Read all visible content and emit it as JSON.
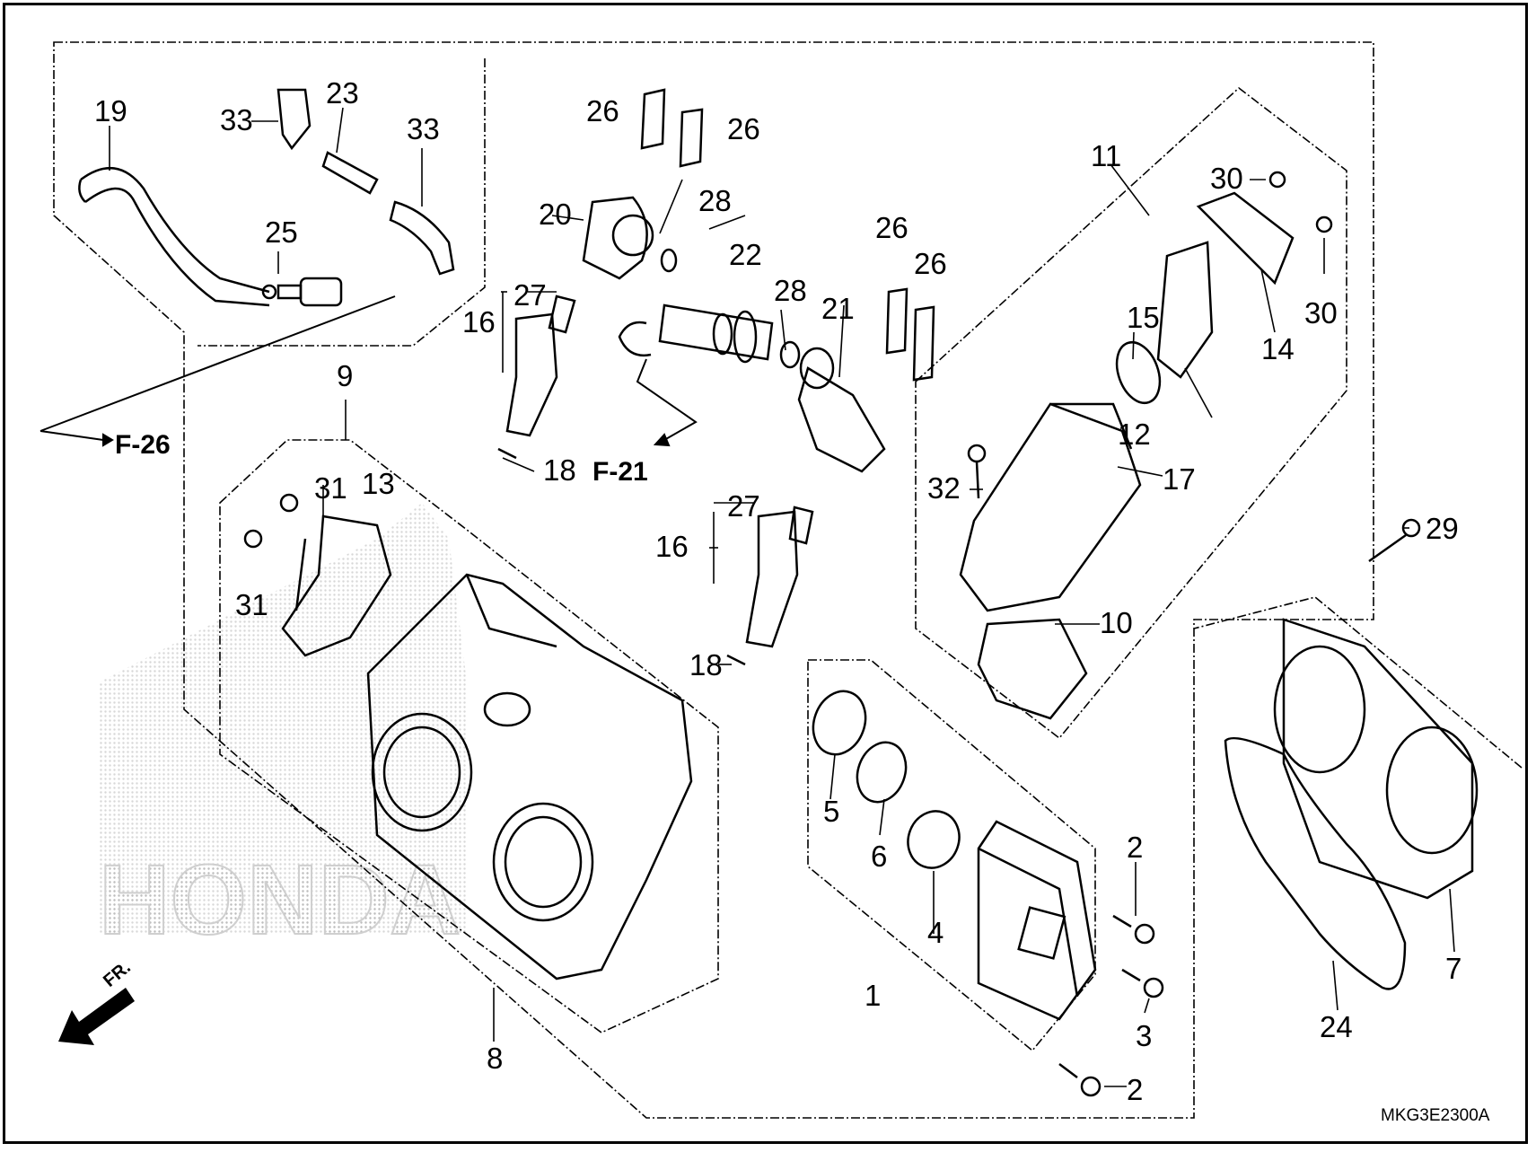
{
  "brand": "HONDA",
  "diagram_code": "MKG3E2300A",
  "front_arrow": "FR.",
  "refs": {
    "f26": "F-26",
    "f21": "F-21"
  },
  "labels": {
    "p1": "1",
    "p2a": "2",
    "p2b": "2",
    "p3": "3",
    "p4": "4",
    "p5": "5",
    "p6": "6",
    "p7": "7",
    "p8": "8",
    "p9": "9",
    "p10": "10",
    "p11": "11",
    "p12": "12",
    "p13": "13",
    "p14": "14",
    "p15": "15",
    "p16a": "16",
    "p16b": "16",
    "p17": "17",
    "p18a": "18",
    "p18b": "18",
    "p19": "19",
    "p20": "20",
    "p21": "21",
    "p22": "22",
    "p23": "23",
    "p24": "24",
    "p25": "25",
    "p26a": "26",
    "p26b": "26",
    "p26c": "26",
    "p26d": "26",
    "p27a": "27",
    "p27b": "27",
    "p28a": "28",
    "p28b": "28",
    "p29": "29",
    "p30a": "30",
    "p30b": "30",
    "p31a": "31",
    "p31b": "31",
    "p32": "32",
    "p33a": "33",
    "p33b": "33"
  },
  "colors": {
    "line": "#000000",
    "watermark": "#c8c8c8",
    "background": "#ffffff"
  }
}
